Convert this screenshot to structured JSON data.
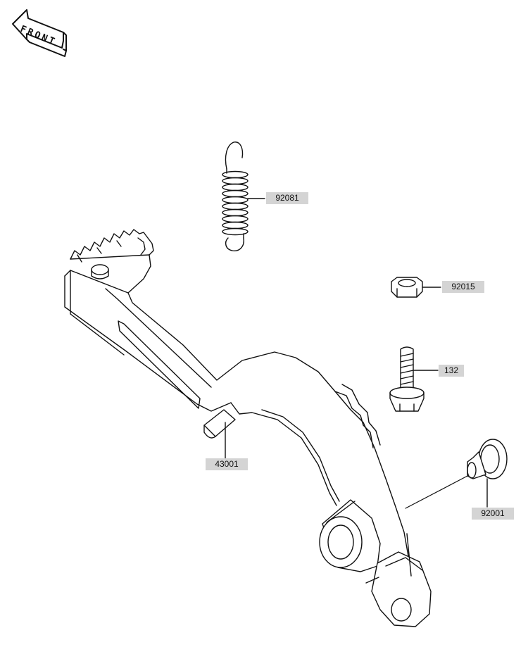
{
  "front_arrow": {
    "text": "FRONT"
  },
  "colors": {
    "line": "#111111",
    "label_bg": "#d4d4d4",
    "background": "#ffffff"
  },
  "parts": [
    {
      "number": "92081"
    },
    {
      "number": "92015"
    },
    {
      "number": "132"
    },
    {
      "number": "43001"
    },
    {
      "number": "92001"
    }
  ]
}
